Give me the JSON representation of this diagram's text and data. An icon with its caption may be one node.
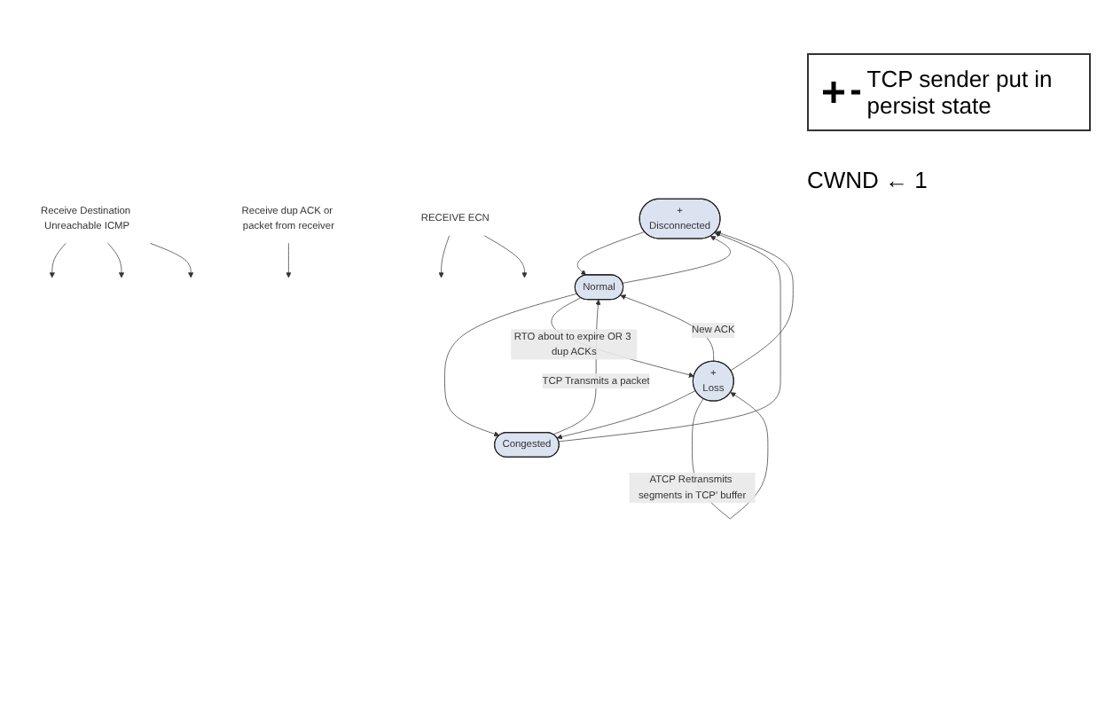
{
  "diagram": {
    "nodes": [
      {
        "text": [
          "+",
          "Disconnected"
        ]
      },
      {
        "text": [
          "Normal"
        ]
      },
      {
        "text": [
          "Congested"
        ]
      },
      {
        "text": [
          "+",
          "Loss"
        ]
      },
      {
        "text": [
          "Receive Destination Unreachable ICMP"
        ]
      },
      {
        "text": [
          "Receive dup ACK or packet from receiver"
        ]
      },
      {
        "text": [
          "RECEIVE ECN"
        ]
      }
    ],
    "edges": [
      {
        "from": 2,
        "to": 0,
        "arrow": "to"
      },
      {
        "from": 1,
        "to": 0,
        "arrow": "to"
      },
      {
        "from": 0,
        "to": 1,
        "arrow": "to"
      },
      {
        "from": 3,
        "to": 0,
        "arrow": "to"
      },
      {
        "from": 2,
        "to": 1,
        "arrow": "to",
        "label": "TCP Transmits a packet"
      },
      {
        "from": 1,
        "to": 2,
        "arrow": "to"
      },
      {
        "from": 1,
        "to": 3,
        "arrow": "to",
        "label": "RTO about to expire OR 3 dup ACKs"
      },
      {
        "from": 3,
        "to": 1,
        "arrow": "to",
        "label": "New ACK"
      },
      {
        "from": 3,
        "to": 2,
        "arrow": "to"
      },
      {
        "from": 3,
        "to": 3,
        "arrow": "to",
        "label": "ATCP Retransmits segments in TCP' buffer"
      },
      {
        "from": 4,
        "to": null,
        "arrow": "to"
      },
      {
        "from": 4,
        "to": null,
        "arrow": "to"
      },
      {
        "from": 4,
        "to": null,
        "arrow": "to"
      },
      {
        "from": 5,
        "to": null,
        "arrow": "to"
      },
      {
        "from": 6,
        "to": null,
        "arrow": "to"
      },
      {
        "from": 6,
        "to": null,
        "arrow": "to"
      }
    ],
    "labels": [
      "CWND ← 1"
    ],
    "legend": [
      {
        "text": "TCP sender put in persist state"
      }
    ]
  }
}
